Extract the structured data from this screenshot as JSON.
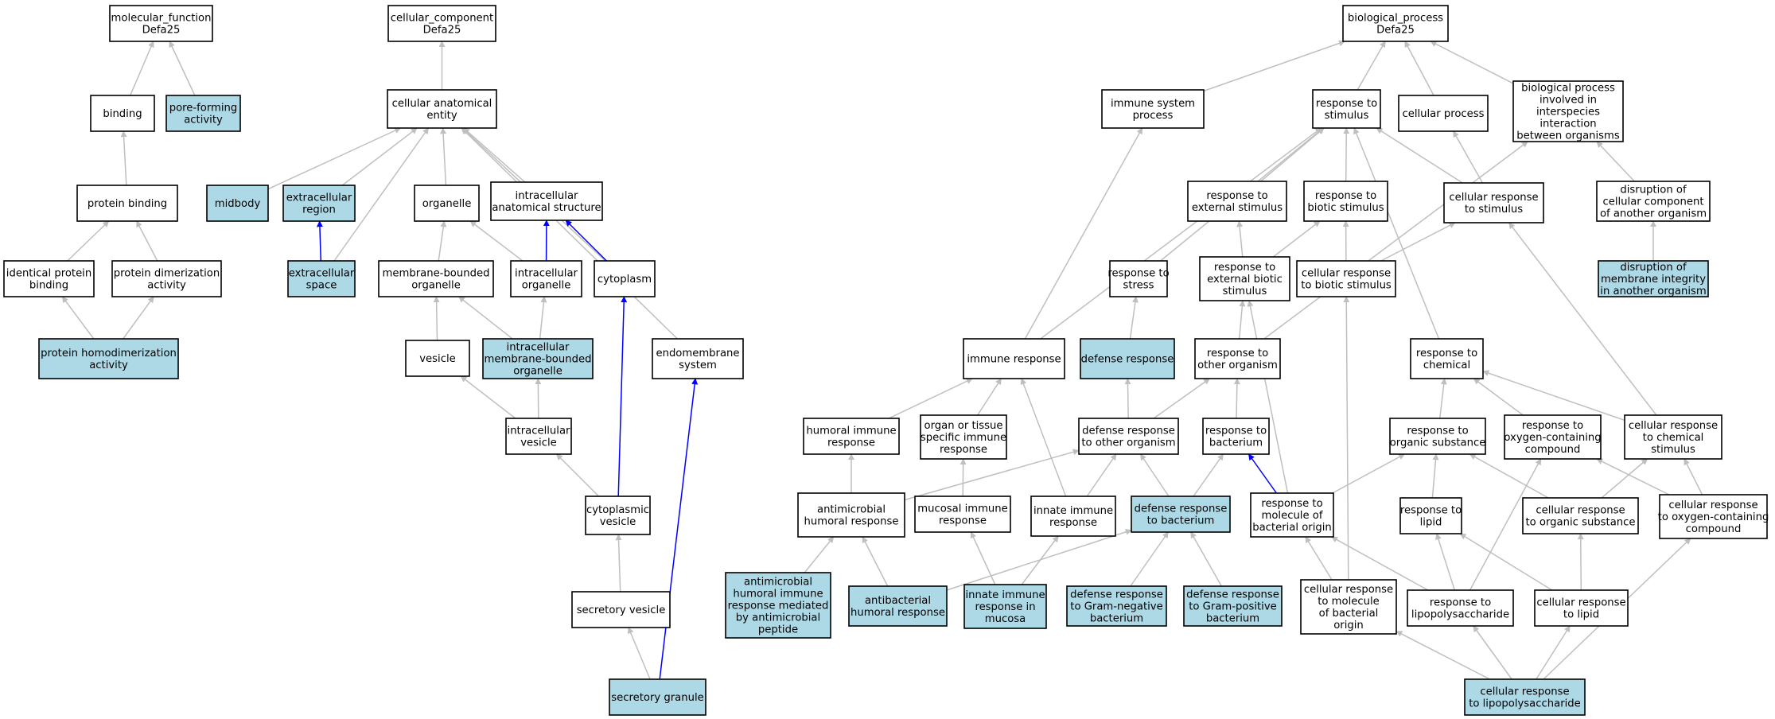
{
  "colors": {
    "highlight_fill": "#add8e6",
    "normal_fill": "#ffffff",
    "grey_edge": "#bfbfbf",
    "blue_edge": "#0000ff"
  },
  "nodes": {
    "mf": {
      "lines": [
        "molecular_function",
        "Defa25"
      ],
      "highlight": false
    },
    "binding": {
      "lines": [
        "binding"
      ],
      "highlight": false
    },
    "pore": {
      "lines": [
        "pore-forming",
        "activity"
      ],
      "highlight": true
    },
    "protbind": {
      "lines": [
        "protein binding"
      ],
      "highlight": false
    },
    "identprot": {
      "lines": [
        "identical protein",
        "binding"
      ],
      "highlight": false
    },
    "protdim": {
      "lines": [
        "protein dimerization",
        "activity"
      ],
      "highlight": false
    },
    "prothomo": {
      "lines": [
        "protein homodimerization",
        "activity"
      ],
      "highlight": true
    },
    "cc": {
      "lines": [
        "cellular_component",
        "Defa25"
      ],
      "highlight": false
    },
    "cae": {
      "lines": [
        "cellular anatomical",
        "entity"
      ],
      "highlight": false
    },
    "midbody": {
      "lines": [
        "midbody"
      ],
      "highlight": true
    },
    "extreg": {
      "lines": [
        "extracellular",
        "region"
      ],
      "highlight": true
    },
    "extspace": {
      "lines": [
        "extracellular",
        "space"
      ],
      "highlight": true
    },
    "organelle": {
      "lines": [
        "organelle"
      ],
      "highlight": false
    },
    "ias": {
      "lines": [
        "intracellular",
        "anatomical structure"
      ],
      "highlight": false
    },
    "mbo": {
      "lines": [
        "membrane-bounded",
        "organelle"
      ],
      "highlight": false
    },
    "io": {
      "lines": [
        "intracellular",
        "organelle"
      ],
      "highlight": false
    },
    "cytoplasm": {
      "lines": [
        "cytoplasm"
      ],
      "highlight": false
    },
    "vesicle": {
      "lines": [
        "vesicle"
      ],
      "highlight": false
    },
    "imbo": {
      "lines": [
        "intracellular",
        "membrane-bounded",
        "organelle"
      ],
      "highlight": true
    },
    "endomem": {
      "lines": [
        "endomembrane",
        "system"
      ],
      "highlight": false
    },
    "iv": {
      "lines": [
        "intracellular",
        "vesicle"
      ],
      "highlight": false
    },
    "cv": {
      "lines": [
        "cytoplasmic",
        "vesicle"
      ],
      "highlight": false
    },
    "sv": {
      "lines": [
        "secretory vesicle"
      ],
      "highlight": false
    },
    "sg": {
      "lines": [
        "secretory granule"
      ],
      "highlight": true
    },
    "bp": {
      "lines": [
        "biological_process",
        "Defa25"
      ],
      "highlight": false
    },
    "iss": {
      "lines": [
        "immune system",
        "process"
      ],
      "highlight": false
    },
    "rstim": {
      "lines": [
        "response to",
        "stimulus"
      ],
      "highlight": false
    },
    "cellproc": {
      "lines": [
        "cellular process"
      ],
      "highlight": false
    },
    "bpinter": {
      "lines": [
        "biological process",
        "involved in",
        "interspecies",
        "interaction",
        "between organisms"
      ],
      "highlight": false
    },
    "rext": {
      "lines": [
        "response to",
        "external stimulus"
      ],
      "highlight": false
    },
    "rbio": {
      "lines": [
        "response to",
        "biotic stimulus"
      ],
      "highlight": false
    },
    "crstim": {
      "lines": [
        "cellular response",
        "to stimulus"
      ],
      "highlight": false
    },
    "disrupt": {
      "lines": [
        "disruption of",
        "cellular component",
        "of another organism"
      ],
      "highlight": false
    },
    "rstress": {
      "lines": [
        "response to",
        "stress"
      ],
      "highlight": false
    },
    "rextbio": {
      "lines": [
        "response to",
        "external biotic",
        "stimulus"
      ],
      "highlight": false
    },
    "crbio": {
      "lines": [
        "cellular response",
        "to biotic stimulus"
      ],
      "highlight": false
    },
    "disruptmem": {
      "lines": [
        "disruption of",
        "membrane integrity",
        "in another organism"
      ],
      "highlight": true
    },
    "immresp": {
      "lines": [
        "immune response"
      ],
      "highlight": false
    },
    "defresp": {
      "lines": [
        "defense response"
      ],
      "highlight": true
    },
    "rother": {
      "lines": [
        "response to",
        "other organism"
      ],
      "highlight": false
    },
    "rchem": {
      "lines": [
        "response to",
        "chemical"
      ],
      "highlight": false
    },
    "humoral": {
      "lines": [
        "humoral immune",
        "response"
      ],
      "highlight": false
    },
    "organimm": {
      "lines": [
        "organ or tissue",
        "specific immune",
        "response"
      ],
      "highlight": false
    },
    "defother": {
      "lines": [
        "defense response",
        "to other organism"
      ],
      "highlight": false
    },
    "rbact": {
      "lines": [
        "response to",
        "bacterium"
      ],
      "highlight": false
    },
    "rorgsub": {
      "lines": [
        "response to",
        "organic substance"
      ],
      "highlight": false
    },
    "roxy": {
      "lines": [
        "response to",
        "oxygen-containing",
        "compound"
      ],
      "highlight": false
    },
    "crchem": {
      "lines": [
        "cellular response",
        "to chemical",
        "stimulus"
      ],
      "highlight": false
    },
    "amhum": {
      "lines": [
        "antimicrobial",
        "humoral response"
      ],
      "highlight": false
    },
    "mucosal": {
      "lines": [
        "mucosal immune",
        "response"
      ],
      "highlight": false
    },
    "innate": {
      "lines": [
        "innate immune",
        "response"
      ],
      "highlight": false
    },
    "defbact": {
      "lines": [
        "defense response",
        "to bacterium"
      ],
      "highlight": true
    },
    "rmolbact": {
      "lines": [
        "response to",
        "molecule of",
        "bacterial origin"
      ],
      "highlight": false
    },
    "rlipid": {
      "lines": [
        "response to",
        "lipid"
      ],
      "highlight": false
    },
    "crorgsub": {
      "lines": [
        "cellular response",
        "to organic substance"
      ],
      "highlight": false
    },
    "croxy": {
      "lines": [
        "cellular response",
        "to oxygen-containing",
        "compound"
      ],
      "highlight": false
    },
    "amhumpep": {
      "lines": [
        "antimicrobial",
        "humoral immune",
        "response mediated",
        "by antimicrobial",
        "peptide"
      ],
      "highlight": true
    },
    "antibact": {
      "lines": [
        "antibacterial",
        "humoral response"
      ],
      "highlight": true
    },
    "innmuc": {
      "lines": [
        "innate immune",
        "response in",
        "mucosa"
      ],
      "highlight": true
    },
    "defgneg": {
      "lines": [
        "defense response",
        "to Gram-negative",
        "bacterium"
      ],
      "highlight": true
    },
    "defgpos": {
      "lines": [
        "defense response",
        "to Gram-positive",
        "bacterium"
      ],
      "highlight": true
    },
    "crmolbact": {
      "lines": [
        "cellular response",
        "to molecule",
        "of bacterial",
        "origin"
      ],
      "highlight": false
    },
    "rlps": {
      "lines": [
        "response to",
        "lipopolysaccharide"
      ],
      "highlight": false
    },
    "crlipid": {
      "lines": [
        "cellular response",
        "to lipid"
      ],
      "highlight": false
    },
    "crlps": {
      "lines": [
        "cellular response",
        "to lipopolysaccharide"
      ],
      "highlight": true
    }
  },
  "edges": [
    {
      "from": "binding",
      "to": "mf",
      "color": "grey"
    },
    {
      "from": "pore",
      "to": "mf",
      "color": "grey"
    },
    {
      "from": "protbind",
      "to": "binding",
      "color": "grey"
    },
    {
      "from": "identprot",
      "to": "protbind",
      "color": "grey"
    },
    {
      "from": "protdim",
      "to": "protbind",
      "color": "grey"
    },
    {
      "from": "prothomo",
      "to": "identprot",
      "color": "grey"
    },
    {
      "from": "prothomo",
      "to": "protdim",
      "color": "grey"
    },
    {
      "from": "cae",
      "to": "cc",
      "color": "grey"
    },
    {
      "from": "midbody",
      "to": "cae",
      "color": "grey"
    },
    {
      "from": "extreg",
      "to": "cae",
      "color": "grey"
    },
    {
      "from": "extspace",
      "to": "cae",
      "color": "grey"
    },
    {
      "from": "organelle",
      "to": "cae",
      "color": "grey"
    },
    {
      "from": "ias",
      "to": "cae",
      "color": "grey"
    },
    {
      "from": "cytoplasm",
      "to": "cae",
      "color": "grey"
    },
    {
      "from": "endomem",
      "to": "cae",
      "color": "grey"
    },
    {
      "from": "extspace",
      "to": "extreg",
      "color": "blue"
    },
    {
      "from": "mbo",
      "to": "organelle",
      "color": "grey"
    },
    {
      "from": "io",
      "to": "organelle",
      "color": "grey"
    },
    {
      "from": "io",
      "to": "ias",
      "color": "blue"
    },
    {
      "from": "cytoplasm",
      "to": "ias",
      "color": "blue"
    },
    {
      "from": "vesicle",
      "to": "mbo",
      "color": "grey"
    },
    {
      "from": "imbo",
      "to": "mbo",
      "color": "grey"
    },
    {
      "from": "imbo",
      "to": "io",
      "color": "grey"
    },
    {
      "from": "iv",
      "to": "vesicle",
      "color": "grey"
    },
    {
      "from": "iv",
      "to": "imbo",
      "color": "grey"
    },
    {
      "from": "cv",
      "to": "iv",
      "color": "grey"
    },
    {
      "from": "cv",
      "to": "cytoplasm",
      "color": "blue"
    },
    {
      "from": "sv",
      "to": "cv",
      "color": "grey"
    },
    {
      "from": "sg",
      "to": "sv",
      "color": "grey"
    },
    {
      "from": "sg",
      "to": "endomem",
      "color": "blue"
    },
    {
      "from": "iss",
      "to": "bp",
      "color": "grey"
    },
    {
      "from": "rstim",
      "to": "bp",
      "color": "grey"
    },
    {
      "from": "cellproc",
      "to": "bp",
      "color": "grey"
    },
    {
      "from": "bpinter",
      "to": "bp",
      "color": "grey"
    },
    {
      "from": "rext",
      "to": "rstim",
      "color": "grey"
    },
    {
      "from": "rbio",
      "to": "rstim",
      "color": "grey"
    },
    {
      "from": "crstim",
      "to": "rstim",
      "color": "grey"
    },
    {
      "from": "crstim",
      "to": "cellproc",
      "color": "grey"
    },
    {
      "from": "disrupt",
      "to": "bpinter",
      "color": "grey"
    },
    {
      "from": "rstress",
      "to": "rstim",
      "color": "grey"
    },
    {
      "from": "rextbio",
      "to": "rext",
      "color": "grey"
    },
    {
      "from": "rextbio",
      "to": "rbio",
      "color": "grey"
    },
    {
      "from": "crbio",
      "to": "rbio",
      "color": "grey"
    },
    {
      "from": "crbio",
      "to": "crstim",
      "color": "grey"
    },
    {
      "from": "disruptmem",
      "to": "disrupt",
      "color": "grey"
    },
    {
      "from": "immresp",
      "to": "iss",
      "color": "grey"
    },
    {
      "from": "immresp",
      "to": "rstim",
      "color": "grey"
    },
    {
      "from": "defresp",
      "to": "rstress",
      "color": "grey"
    },
    {
      "from": "rother",
      "to": "rextbio",
      "color": "grey"
    },
    {
      "from": "rother",
      "to": "bpinter",
      "color": "grey"
    },
    {
      "from": "rchem",
      "to": "rstim",
      "color": "grey"
    },
    {
      "from": "humoral",
      "to": "immresp",
      "color": "grey"
    },
    {
      "from": "organimm",
      "to": "immresp",
      "color": "grey"
    },
    {
      "from": "defother",
      "to": "defresp",
      "color": "grey"
    },
    {
      "from": "defother",
      "to": "rother",
      "color": "grey"
    },
    {
      "from": "rbact",
      "to": "rother",
      "color": "grey"
    },
    {
      "from": "rorgsub",
      "to": "rchem",
      "color": "grey"
    },
    {
      "from": "roxy",
      "to": "rchem",
      "color": "grey"
    },
    {
      "from": "crchem",
      "to": "rchem",
      "color": "grey"
    },
    {
      "from": "crchem",
      "to": "crstim",
      "color": "grey"
    },
    {
      "from": "amhum",
      "to": "humoral",
      "color": "grey"
    },
    {
      "from": "amhum",
      "to": "defother",
      "color": "grey"
    },
    {
      "from": "mucosal",
      "to": "organimm",
      "color": "grey"
    },
    {
      "from": "innate",
      "to": "immresp",
      "color": "grey"
    },
    {
      "from": "innate",
      "to": "defother",
      "color": "grey"
    },
    {
      "from": "defbact",
      "to": "defother",
      "color": "grey"
    },
    {
      "from": "defbact",
      "to": "rbact",
      "color": "grey"
    },
    {
      "from": "rmolbact",
      "to": "rbact",
      "color": "blue"
    },
    {
      "from": "rmolbact",
      "to": "rorgsub",
      "color": "grey"
    },
    {
      "from": "rmolbact",
      "to": "rextbio",
      "color": "grey"
    },
    {
      "from": "rlipid",
      "to": "rorgsub",
      "color": "grey"
    },
    {
      "from": "crorgsub",
      "to": "rorgsub",
      "color": "grey"
    },
    {
      "from": "crorgsub",
      "to": "crchem",
      "color": "grey"
    },
    {
      "from": "croxy",
      "to": "roxy",
      "color": "grey"
    },
    {
      "from": "croxy",
      "to": "crchem",
      "color": "grey"
    },
    {
      "from": "amhumpep",
      "to": "amhum",
      "color": "grey"
    },
    {
      "from": "antibact",
      "to": "amhum",
      "color": "grey"
    },
    {
      "from": "antibact",
      "to": "defbact",
      "color": "grey"
    },
    {
      "from": "innmuc",
      "to": "mucosal",
      "color": "grey"
    },
    {
      "from": "innmuc",
      "to": "innate",
      "color": "grey"
    },
    {
      "from": "defgneg",
      "to": "defbact",
      "color": "grey"
    },
    {
      "from": "defgpos",
      "to": "defbact",
      "color": "grey"
    },
    {
      "from": "crmolbact",
      "to": "rmolbact",
      "color": "grey"
    },
    {
      "from": "crmolbact",
      "to": "crbio",
      "color": "grey"
    },
    {
      "from": "rlps",
      "to": "rmolbact",
      "color": "grey"
    },
    {
      "from": "rlps",
      "to": "rlipid",
      "color": "grey"
    },
    {
      "from": "rlps",
      "to": "roxy",
      "color": "grey"
    },
    {
      "from": "crlipid",
      "to": "rlipid",
      "color": "grey"
    },
    {
      "from": "crlipid",
      "to": "crorgsub",
      "color": "grey"
    },
    {
      "from": "crlps",
      "to": "rlps",
      "color": "grey"
    },
    {
      "from": "crlps",
      "to": "crlipid",
      "color": "grey"
    },
    {
      "from": "crlps",
      "to": "crmolbact",
      "color": "grey"
    },
    {
      "from": "crlps",
      "to": "croxy",
      "color": "grey"
    }
  ]
}
